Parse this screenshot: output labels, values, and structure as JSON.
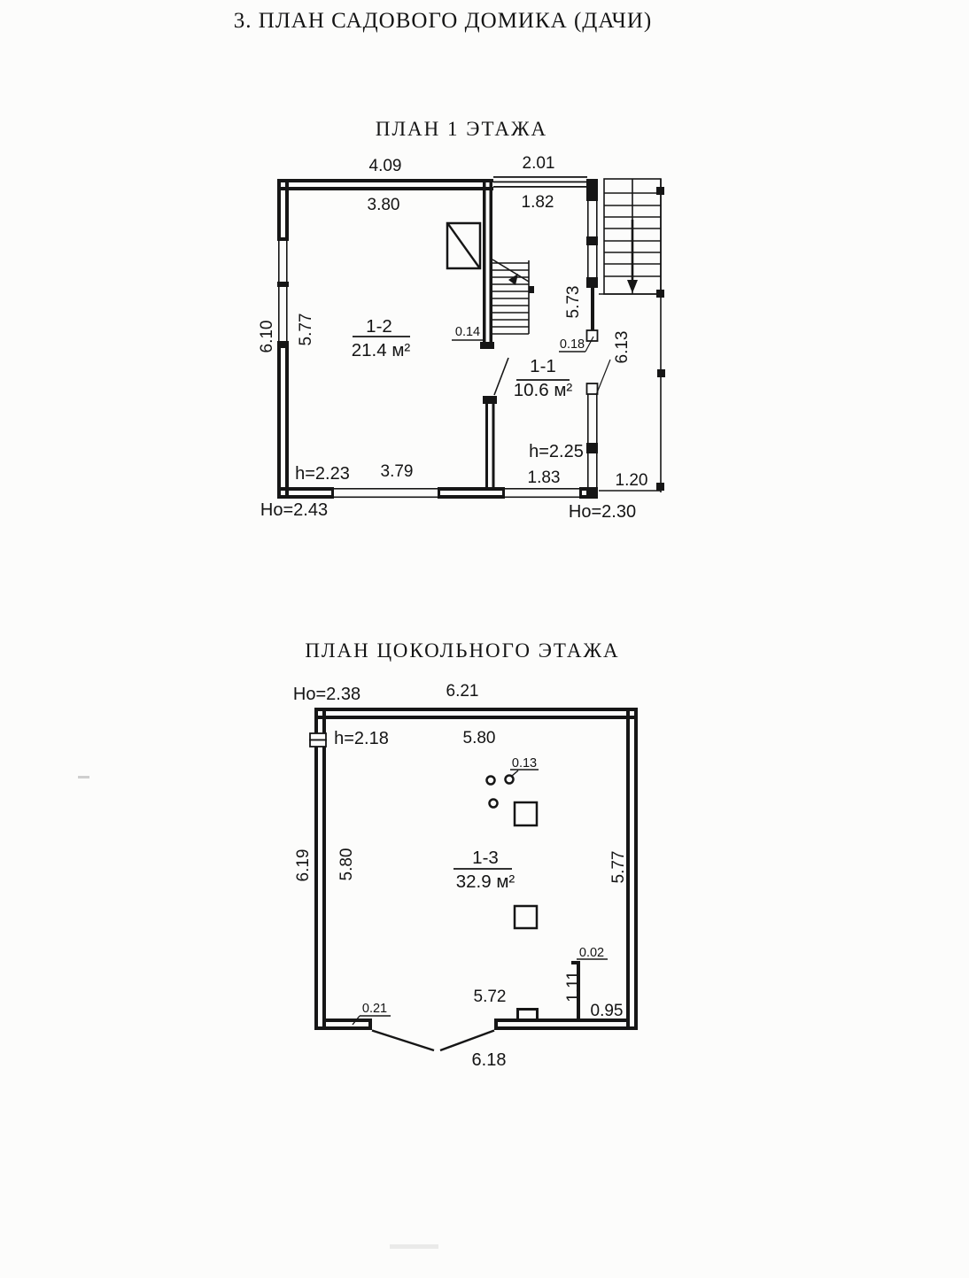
{
  "document": {
    "main_title": "3. ПЛАН САДОВОГО ДОМИКА (ДАЧИ)"
  },
  "floor1": {
    "title": "ПЛАН 1  ЭТАЖА",
    "rooms": [
      {
        "number": "1-2",
        "area": "21.4 м²"
      },
      {
        "number": "1-1",
        "area": "10.6 м²"
      }
    ],
    "dimensions": {
      "top_outer": "4.09",
      "top_entry_outer": "2.01",
      "top_inner": "3.80",
      "top_entry_inner": "1.82",
      "left_outer": "6.10",
      "left_inner": "5.77",
      "entry_side_inner": "5.73",
      "terrace_side": "6.13",
      "stair_wall_thickness": "0.14",
      "entry_wall_thickness": "0.18",
      "bottom_inner": "3.79",
      "entry_bottom_inner": "1.83",
      "terrace_bottom": "1.20",
      "height_room": "h=2.23",
      "height_entry": "h=2.25",
      "height_outer_left": "Но=2.43",
      "height_outer_right": "Но=2.30"
    }
  },
  "basement": {
    "title": "ПЛАН ЦОКОЛЬНОГО ЭТАЖА",
    "room": {
      "number": "1-3",
      "area": "32.9 м²"
    },
    "dimensions": {
      "height_outer": "Но=2.38",
      "top_outer": "6.21",
      "height_inner": "h=2.18",
      "top_inner": "5.80",
      "left_outer": "6.19",
      "left_inner": "5.80",
      "right_inner": "5.77",
      "post_diameter": "0.13",
      "bottom_step": "0.21",
      "bottom_inner": "5.72",
      "partition_length": "1.11",
      "partition_thickness": "0.02",
      "right_gap": "0.95",
      "bottom_outer": "6.18"
    }
  }
}
